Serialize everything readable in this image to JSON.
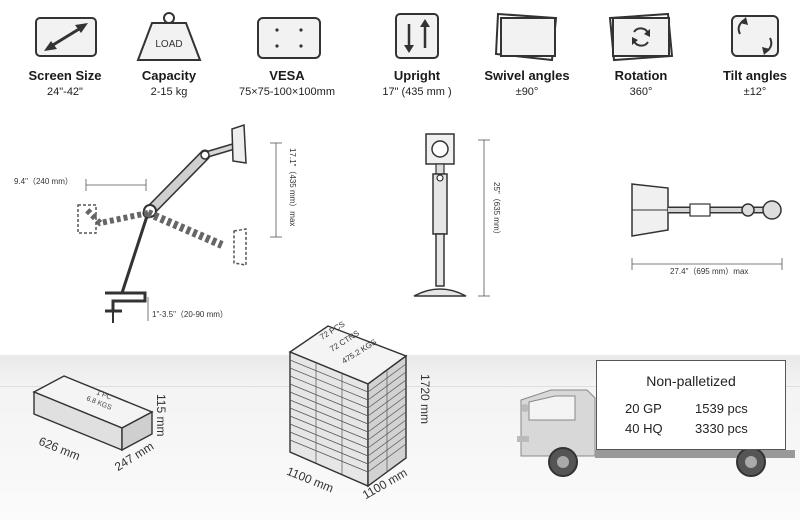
{
  "specs": [
    {
      "title": "Screen Size",
      "value": "24\"-42\"",
      "icon": "diagonal-arrow-icon"
    },
    {
      "title": "Capacity",
      "value": "2-15 kg",
      "icon": "weight-load-icon",
      "icon_text": "LOAD"
    },
    {
      "title": "VESA",
      "value": "75×75-100×100mm",
      "icon": "vesa-holes-icon"
    },
    {
      "title": "Upright",
      "value": "17\" (435 mm )",
      "icon": "upright-arrows-icon"
    },
    {
      "title": "Swivel angles",
      "value": "±90°",
      "icon": "swivel-icon"
    },
    {
      "title": "Rotation",
      "value": "360°",
      "icon": "rotation-icon"
    },
    {
      "title": "Tilt angles",
      "value": "±12°",
      "icon": "tilt-icon"
    }
  ],
  "dimensions": {
    "reach_min": "9.4\"（240 mm）",
    "height_max": "17.1\"（435 mm）max",
    "desk_clamp": "1\"-3.5\"（20-90 mm）",
    "pole_height": "25\"（635 mm）",
    "extension_max": "27.4\"（695 mm）max"
  },
  "packaging": {
    "box_label_1": "1 PC",
    "box_label_2": "6.8 KGS",
    "box_height": "115 mm",
    "box_length": "626 mm",
    "box_width": "247 mm",
    "pallet_label_1": "72 PCS",
    "pallet_label_2": "72 CTNS",
    "pallet_label_3": "475.2 KGS",
    "pallet_height": "1720 mm",
    "pallet_length": "1100 mm",
    "pallet_width": "1100 mm"
  },
  "shipping": {
    "title": "Non-palletized",
    "rows": [
      {
        "container": "20 GP",
        "qty": "1539 pcs"
      },
      {
        "container": "40 HQ",
        "qty": "3330 pcs"
      }
    ]
  },
  "colors": {
    "line": "#333333",
    "icon_fill": "#f2f2f2",
    "arm": "#c8c8c8"
  }
}
